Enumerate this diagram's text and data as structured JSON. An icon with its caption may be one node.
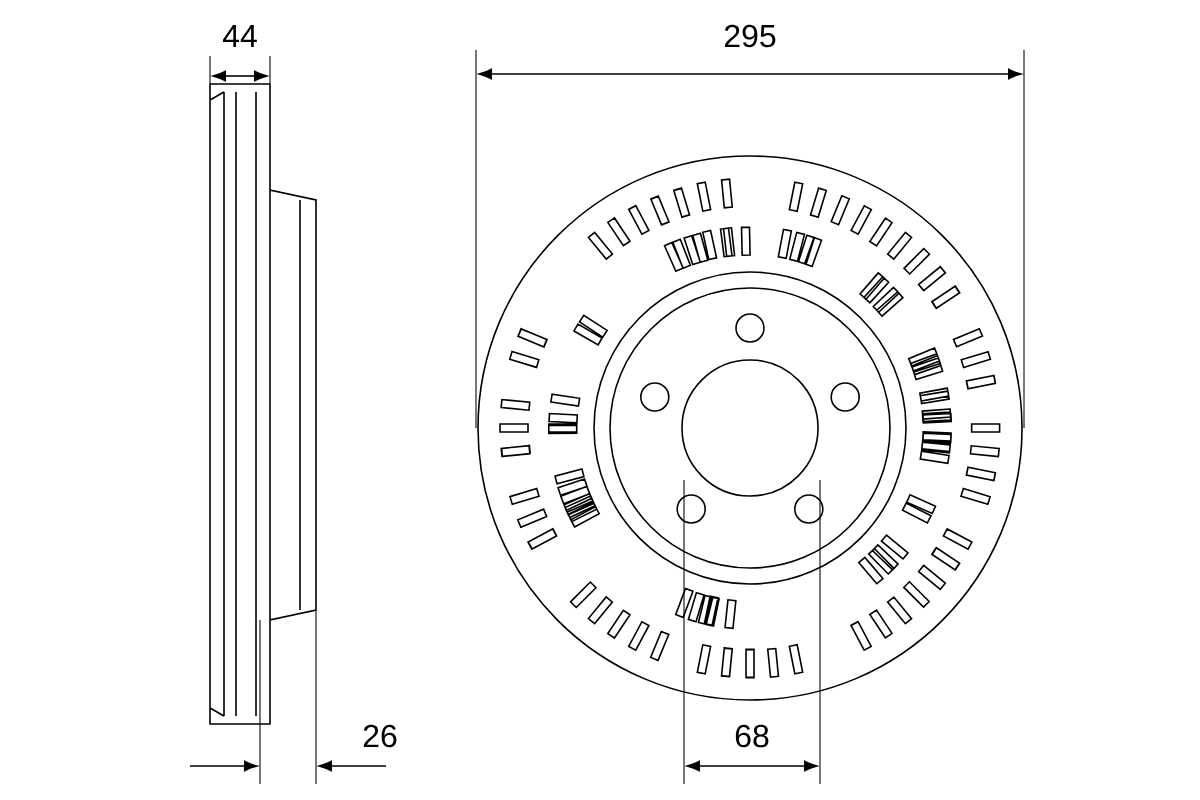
{
  "diagram": {
    "labels": [
      "44",
      "295",
      "26",
      "68"
    ]
  }
}
